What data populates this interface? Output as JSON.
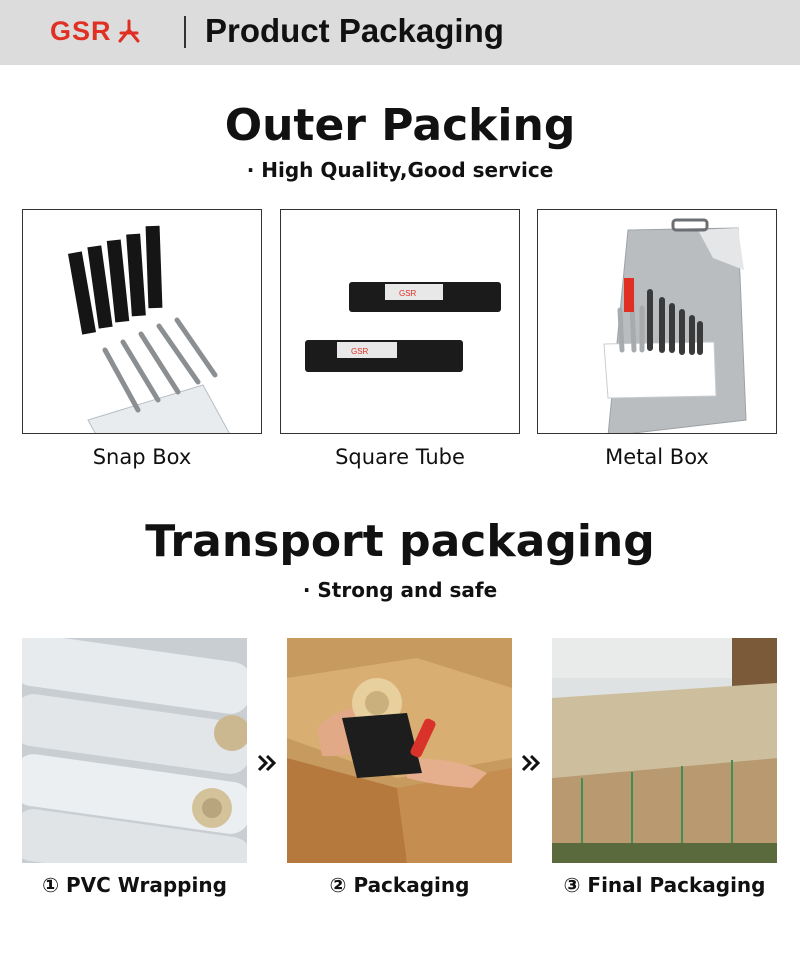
{
  "header": {
    "logo_text": "GSR",
    "title": "Product Packaging"
  },
  "outer": {
    "title": "Outer Packing",
    "subtitle": "· High Quality,Good service",
    "items": [
      {
        "label": "Snap Box"
      },
      {
        "label": "Square Tube"
      },
      {
        "label": "Metal Box"
      }
    ],
    "tube_label": "GSR"
  },
  "transport": {
    "title": "Transport packaging",
    "subtitle": "· Strong and safe",
    "steps": [
      {
        "label": "① PVC Wrapping"
      },
      {
        "label": "② Packaging"
      },
      {
        "label": "③ Final Packaging"
      }
    ]
  },
  "colors": {
    "header_bg": "#dcdcdc",
    "brand_red": "#e03024"
  }
}
